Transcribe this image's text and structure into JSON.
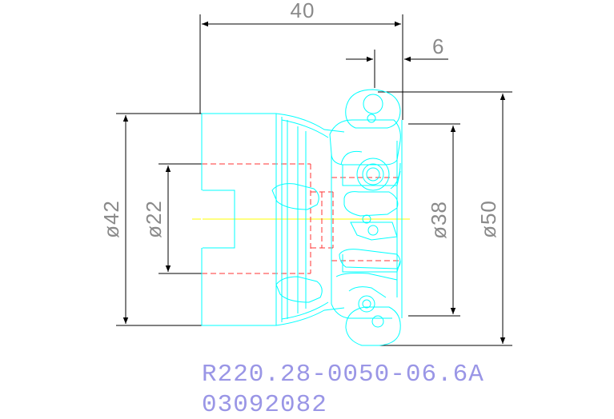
{
  "dimensions": {
    "length": "40",
    "offset": "6",
    "d42": "ø42",
    "d22": "ø22",
    "d38": "ø38",
    "d50": "ø50"
  },
  "caption": {
    "part_number": "R220.28-0050-06.6A",
    "serial": "03092082"
  },
  "colors": {
    "part_outline": "#00ffff",
    "dimension_lines": "#000000",
    "hidden_lines": "#ff3333",
    "centerline": "#ffff00",
    "dimension_text": "#8a8a8a",
    "caption_text": "#9a96e6"
  }
}
